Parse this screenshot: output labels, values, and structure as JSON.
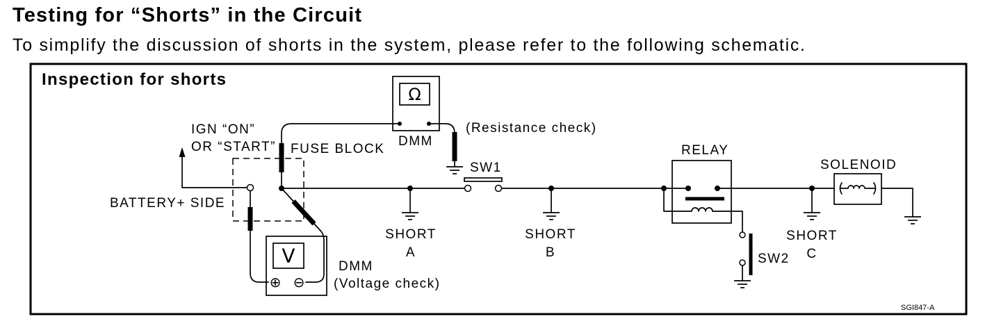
{
  "page": {
    "title": "Testing for “Shorts” in the Circuit",
    "subtitle": "To simplify the discussion of shorts in the system, please refer to the following schematic."
  },
  "diagram": {
    "panel_title": "Inspection for shorts",
    "ignition": {
      "line1": "IGN “ON”",
      "line2": "OR “START”"
    },
    "fuse_block": "FUSE BLOCK",
    "battery_side": "BATTERY+ SIDE",
    "ohmmeter": {
      "label": "DMM",
      "display": "Ω",
      "note": "(Resistance check)"
    },
    "voltmeter": {
      "label": "DMM",
      "display": "V",
      "note": "(Voltage check)",
      "positive_terminal": "⊕",
      "negative_terminal": "⊖"
    },
    "sw1": "SW1",
    "sw2": "SW2",
    "relay": "RELAY",
    "solenoid": "SOLENOID",
    "shorts": [
      {
        "label": "SHORT",
        "point": "A"
      },
      {
        "label": "SHORT",
        "point": "B"
      },
      {
        "label": "SHORT",
        "point": "C"
      }
    ],
    "figure_code": "SGI847-A"
  }
}
